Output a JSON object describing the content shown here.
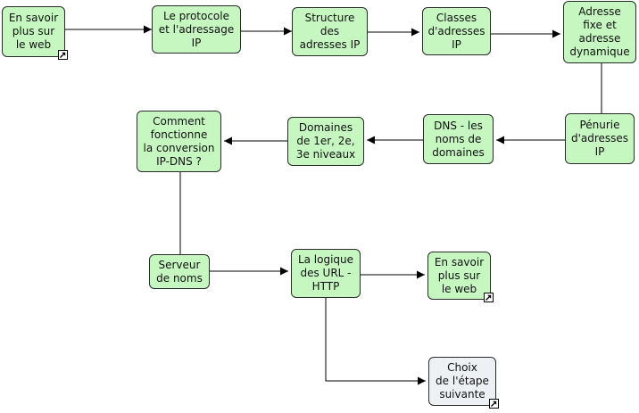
{
  "diagram": {
    "nodes": [
      {
        "id": "web1",
        "label": "En savoir\nplus sur\nle web",
        "link_icon": true,
        "color": "green"
      },
      {
        "id": "protocole",
        "label": "Le protocole\net l'adressage\nIP",
        "link_icon": false,
        "color": "green"
      },
      {
        "id": "structure",
        "label": "Structure\ndes\nadresses IP",
        "link_icon": false,
        "color": "green"
      },
      {
        "id": "classes",
        "label": "Classes\nd'adresses\nIP",
        "link_icon": false,
        "color": "green"
      },
      {
        "id": "adresse",
        "label": "Adresse\nfixe et\nadresse\ndynamique",
        "link_icon": false,
        "color": "green"
      },
      {
        "id": "penurie",
        "label": "Pénurie\nd'adresses\nIP",
        "link_icon": false,
        "color": "green"
      },
      {
        "id": "dns",
        "label": "DNS - les\nnoms de\ndomaines",
        "link_icon": false,
        "color": "green"
      },
      {
        "id": "domaines",
        "label": "Domaines\nde 1er, 2e,\n3e niveaux",
        "link_icon": false,
        "color": "green"
      },
      {
        "id": "conversion",
        "label": "Comment\nfonctionne\nla conversion\nIP-DNS ?",
        "link_icon": false,
        "color": "green"
      },
      {
        "id": "serveur",
        "label": "Serveur\nde noms",
        "link_icon": false,
        "color": "green"
      },
      {
        "id": "logique",
        "label": "La logique\ndes URL -\nHTTP",
        "link_icon": false,
        "color": "green"
      },
      {
        "id": "web2",
        "label": "En savoir\nplus sur\nle web",
        "link_icon": true,
        "color": "green"
      },
      {
        "id": "choix",
        "label": "Choix\nde l'étape\nsuivante",
        "link_icon": true,
        "color": "grey"
      }
    ],
    "edges": [
      {
        "from": "web1",
        "to": "protocole",
        "arrow": true
      },
      {
        "from": "protocole",
        "to": "structure",
        "arrow": true
      },
      {
        "from": "structure",
        "to": "classes",
        "arrow": true
      },
      {
        "from": "classes",
        "to": "adresse",
        "arrow": true
      },
      {
        "from": "adresse",
        "to": "penurie",
        "arrow": false
      },
      {
        "from": "penurie",
        "to": "dns",
        "arrow": true
      },
      {
        "from": "dns",
        "to": "domaines",
        "arrow": true
      },
      {
        "from": "domaines",
        "to": "conversion",
        "arrow": true
      },
      {
        "from": "conversion",
        "to": "serveur",
        "arrow": false
      },
      {
        "from": "serveur",
        "to": "logique",
        "arrow": true
      },
      {
        "from": "logique",
        "to": "web2",
        "arrow": true
      },
      {
        "from": "logique",
        "to": "choix",
        "arrow": true
      }
    ],
    "colors": {
      "node_green": "#c6f7c1",
      "node_grey": "#eef1f4",
      "border": "#2b2b2b",
      "edge": "#000000"
    },
    "icons": {
      "link_badge": "shortcut-arrow-icon"
    }
  }
}
